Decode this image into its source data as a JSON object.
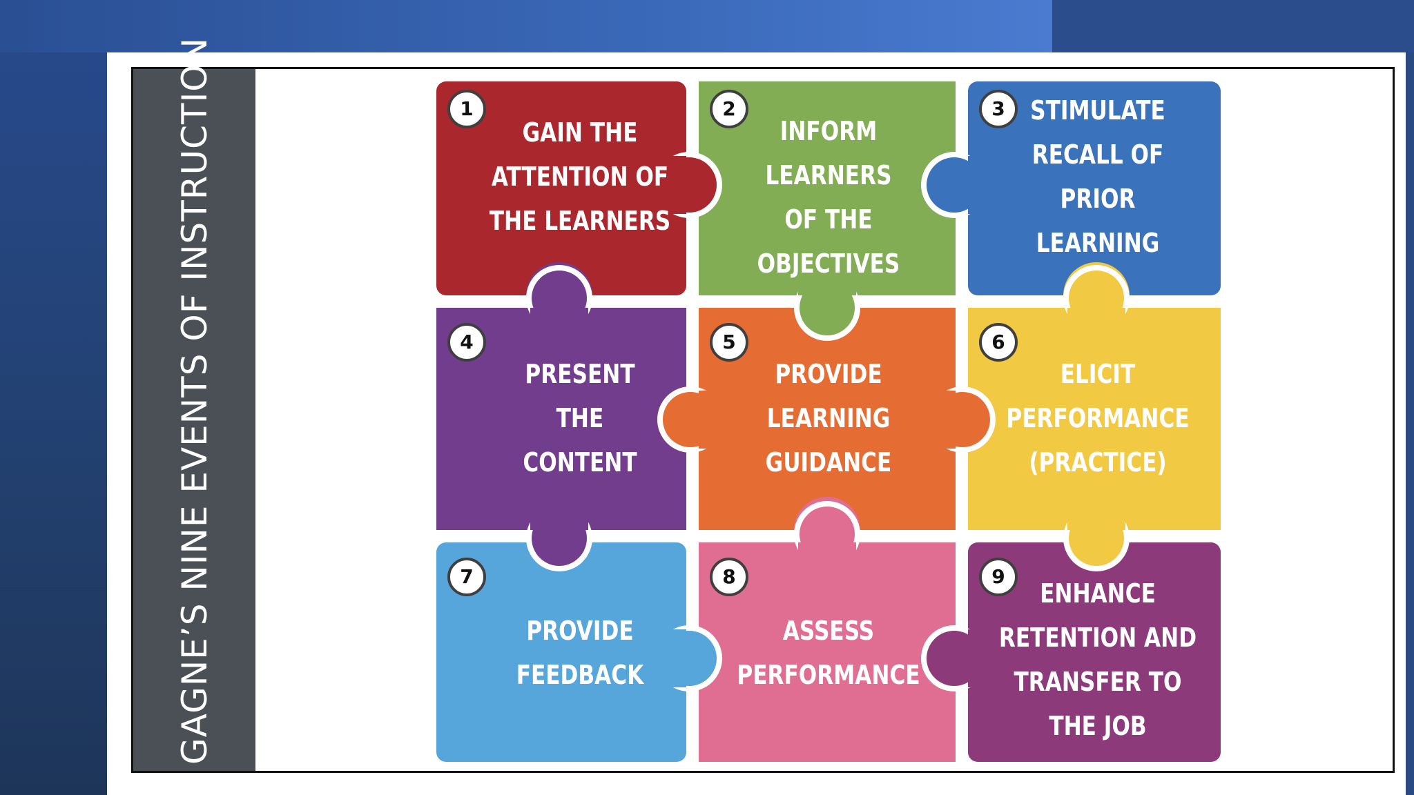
{
  "side_title": "GAGNE’S NINE EVENTS OF INSTRUCTION",
  "colors": {
    "p1": "#a9272d",
    "p2": "#82ad55",
    "p3": "#3a73bb",
    "p4": "#733d8d",
    "p5": "#e56c33",
    "p6": "#f2c943",
    "p7": "#56a6db",
    "p8": "#e06d92",
    "p9": "#8c3a79",
    "side_bar": "#4b4f56"
  },
  "pieces": [
    {
      "number": "1",
      "label": "GAIN THE\nATTENTION OF\nTHE LEARNERS"
    },
    {
      "number": "2",
      "label": "INFORM\nLEARNERS\nOF THE\nOBJECTIVES"
    },
    {
      "number": "3",
      "label": "STIMULATE\nRECALL OF PRIOR\nLEARNING"
    },
    {
      "number": "4",
      "label": "PRESENT\nTHE\nCONTENT"
    },
    {
      "number": "5",
      "label": "PROVIDE\nLEARNING\nGUIDANCE"
    },
    {
      "number": "6",
      "label": "ELICIT\nPERFORMANCE\n(PRACTICE)"
    },
    {
      "number": "7",
      "label": "PROVIDE\nFEEDBACK"
    },
    {
      "number": "8",
      "label": "ASSESS\nPERFORMANCE"
    },
    {
      "number": "9",
      "label": "ENHANCE\nRETENTION AND\nTRANSFER TO\nTHE JOB"
    }
  ]
}
